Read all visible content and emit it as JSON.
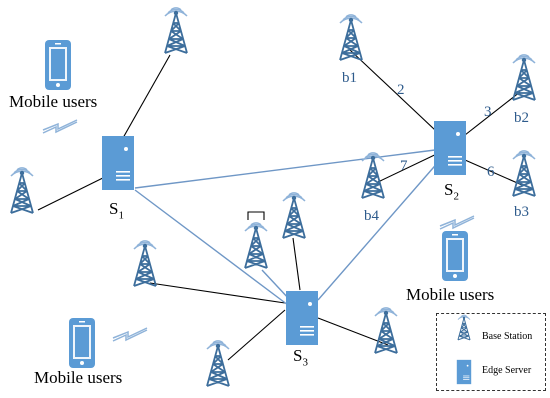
{
  "labels": {
    "mobile_users_1": "Mobile users",
    "mobile_users_2": "Mobile users",
    "mobile_users_3": "Mobile users",
    "server_1_main": "S",
    "server_1_sub": "1",
    "server_2_main": "S",
    "server_2_sub": "2",
    "server_3_main": "S",
    "server_3_sub": "3",
    "b1": "b1",
    "b2": "b2",
    "b3": "b3",
    "b4": "b4",
    "link_2": "2",
    "link_3": "3",
    "link_6": "6",
    "link_7": "7"
  },
  "legend": {
    "base_station": "Base Station",
    "edge_server": "Edge Server"
  },
  "colors": {
    "blue": "#4a86c6",
    "blue_dark": "#2e5b8c",
    "tower": "#3d6e9c",
    "link_black": "#000000",
    "link_blue": "#6f97c6"
  },
  "icons": [
    "base-station-icon",
    "edge-server-icon",
    "mobile-phone-icon",
    "wireless-signal-icon"
  ]
}
